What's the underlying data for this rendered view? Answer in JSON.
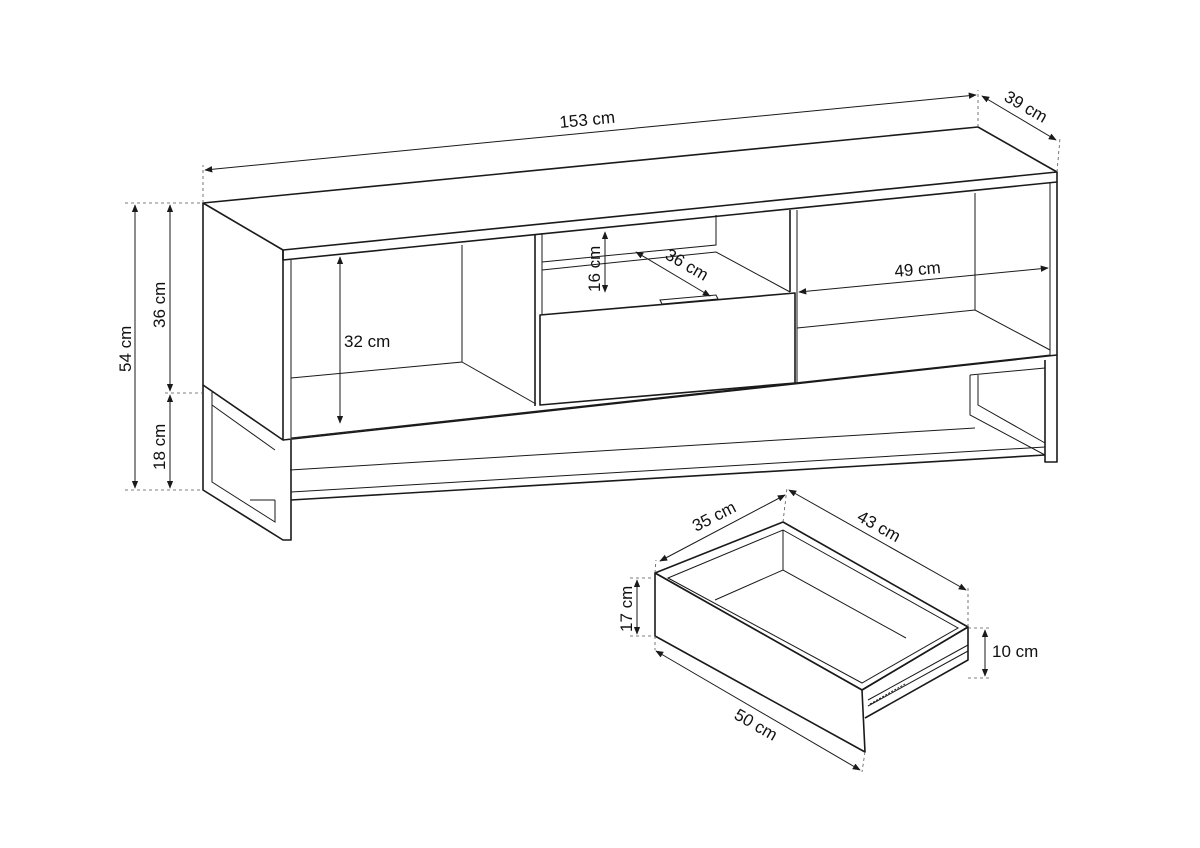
{
  "dimensions": {
    "width": "153 cm",
    "depth": "39 cm",
    "total_height": "54 cm",
    "body_height": "36 cm",
    "leg_height": "18 cm",
    "compartment_height": "32 cm",
    "middle_shelf_height": "16 cm",
    "middle_shelf_depth": "36 cm",
    "right_compartment_width": "49 cm"
  },
  "drawer": {
    "width": "35 cm",
    "depth": "43 cm",
    "front_height": "17 cm",
    "side_height": "10 cm",
    "front_width": "50 cm"
  },
  "colors": {
    "line": "#1a1a1a",
    "background": "#ffffff"
  }
}
